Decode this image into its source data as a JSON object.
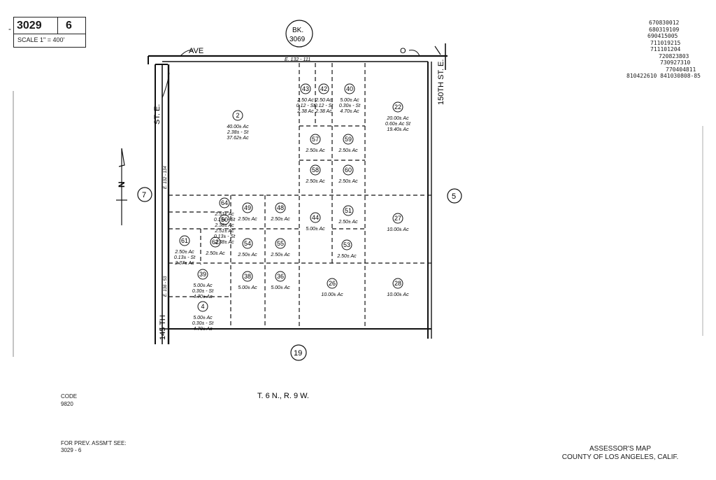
{
  "header": {
    "book": "3029",
    "page": "6",
    "scale": "SCALE 1\" = 400'"
  },
  "adjoining": {
    "north_book_label": "BK.",
    "north_book": "3069",
    "west": "7",
    "east": "5",
    "south": "19"
  },
  "roads": {
    "north_left": "AVE",
    "north_right": "O",
    "north_dim": "E. 132 - 111",
    "west_street": "ST. E.",
    "west_dim_upper": "E. 132 - 134",
    "west_dim_lower": "E. 136 - 53",
    "west_street_lower": "145 TH",
    "east_street": "150TH ST. E."
  },
  "north_arrow": "N",
  "revision_codes": [
    "670830012",
    "680319109",
    "690415005",
    "711019215",
    "711101204",
    "720823803",
    "730927310",
    "770404811",
    "810422610  841030808-85"
  ],
  "parcels": [
    {
      "num": "2",
      "area": "40.00± Ac",
      "row2": "2.38± - St",
      "row3": "37.62± Ac"
    },
    {
      "num": "43",
      "area": "2.50 Ac",
      "row2": "0.12 - St",
      "row3": "2.38 Ac"
    },
    {
      "num": "42",
      "area": "2.50 Ac",
      "row2": "0.12 - St",
      "row3": "2.38 Ac"
    },
    {
      "num": "40",
      "area": "5.00± Ac",
      "row2": "0.30± - St",
      "row3": "4.70± Ac"
    },
    {
      "num": "22",
      "area": "20.00± Ac",
      "row2": "0.60± Ac St",
      "row3": "19.40± Ac"
    },
    {
      "num": "57",
      "area": "2.50± Ac"
    },
    {
      "num": "59",
      "area": "2.50± Ac"
    },
    {
      "num": "58",
      "area": "2.50± Ac"
    },
    {
      "num": "60",
      "area": "2.50± Ac"
    },
    {
      "num": "64",
      "area": "2.51± Ac",
      "row2": "0.13± - St",
      "row3": "2.38± Ac"
    },
    {
      "num": "49",
      "area": "2.50± Ac"
    },
    {
      "num": "48",
      "area": "2.50± Ac"
    },
    {
      "num": "50",
      "area": "2.51± Ac",
      "row2": "0.13± - St",
      "row3": "2.38± Ac"
    },
    {
      "num": "44",
      "area": "5.00± Ac"
    },
    {
      "num": "51",
      "area": "2.50± Ac"
    },
    {
      "num": "27",
      "area": "10.00± Ac"
    },
    {
      "num": "61",
      "area": "2.50± Ac",
      "row2": "0.13± - St",
      "row3": "2.37± Ac"
    },
    {
      "num": "62",
      "area": "2.50± Ac"
    },
    {
      "num": "54",
      "area": "2.50± Ac"
    },
    {
      "num": "55",
      "area": "2.50± Ac"
    },
    {
      "num": "53",
      "area": "2.50± Ac"
    },
    {
      "num": "39",
      "area": "5.00± Ac",
      "row2": "0.30± - St",
      "row3": "4.70± Ac"
    },
    {
      "num": "38",
      "area": "5.00± Ac"
    },
    {
      "num": "36",
      "area": "5.00± Ac"
    },
    {
      "num": "26",
      "area": "10.00± Ac"
    },
    {
      "num": "28",
      "area": "10.00± Ac"
    },
    {
      "num": "4",
      "area": "5.00± Ac",
      "row2": "0.30± - St",
      "row3": "4.70± Ac"
    }
  ],
  "township": "T. 6 N., R. 9 W.",
  "code_label": "CODE",
  "code": "9820",
  "prev_label": "FOR PREV. ASSM'T SEE:",
  "prev_ref": "3029 - 6",
  "footer_title": "ASSESSOR'S MAP",
  "footer_county": "COUNTY OF LOS ANGELES, CALIF."
}
